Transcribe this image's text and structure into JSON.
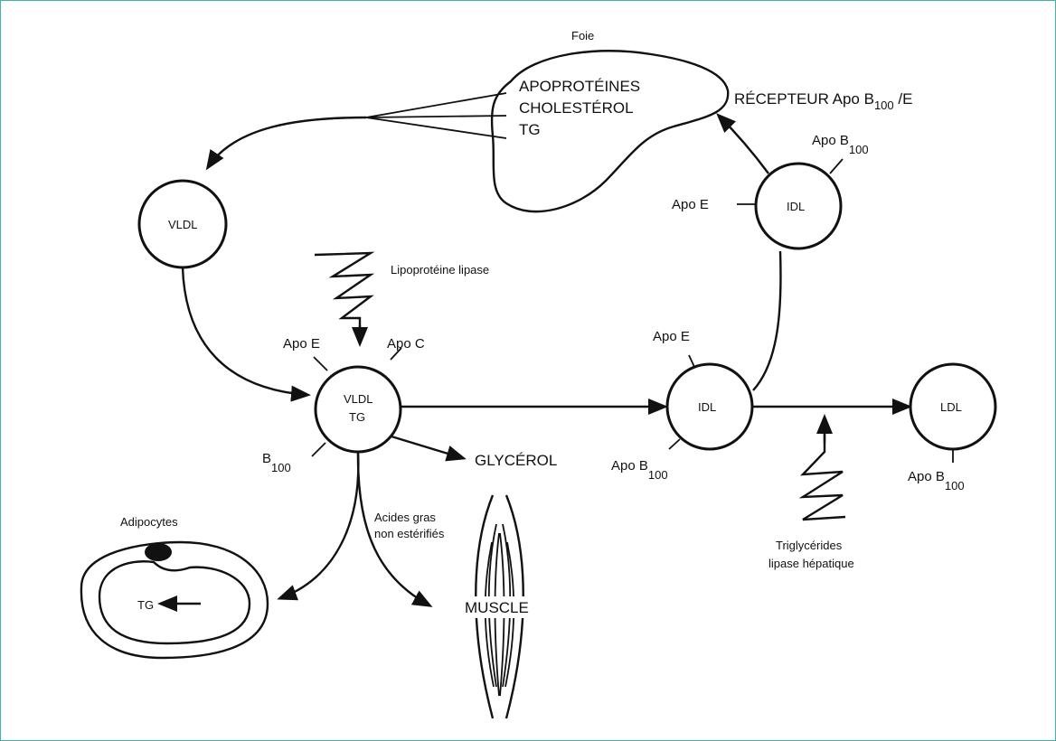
{
  "liver": {
    "title": "Foie",
    "lines": [
      "APOPROTÉINES",
      "CHOLESTÉROL",
      "TG"
    ]
  },
  "receptor": {
    "prefix": "RÉCEPTEUR Apo B",
    "sub": "100",
    "suffix": " /E"
  },
  "nodes": {
    "vldl": "VLDL",
    "vldl_tg_1": "VLDL",
    "vldl_tg_2": "TG",
    "idl_mid": "IDL",
    "idl_top": "IDL",
    "ldl": "LDL"
  },
  "labels": {
    "lipoprotein_lipase": "Lipoprotéine lipase",
    "apo_e_vldl": "Apo E",
    "apo_c_vldl": "Apo C",
    "b100_vldl_base": "B",
    "b100_vldl_sub": "100",
    "glycerol": "GLYCÉROL",
    "fatty_acids_1": "Acides gras",
    "fatty_acids_2": "non estérifiés",
    "adipocytes": "Adipocytes",
    "tg_adipocyte": "TG",
    "muscle": "MUSCLE",
    "apo_e_idl_mid": "Apo E",
    "apo_b_idl_mid_base": "Apo B",
    "apo_b_idl_mid_sub": "100",
    "apo_b_idl_top_base": "Apo B",
    "apo_b_idl_top_sub": "100",
    "apo_e_idl_top": "Apo E",
    "apo_b_ldl_base": "Apo B",
    "apo_b_ldl_sub": "100",
    "hepatic_lipase_1": "Triglycérides",
    "hepatic_lipase_2": "lipase hépatique"
  }
}
